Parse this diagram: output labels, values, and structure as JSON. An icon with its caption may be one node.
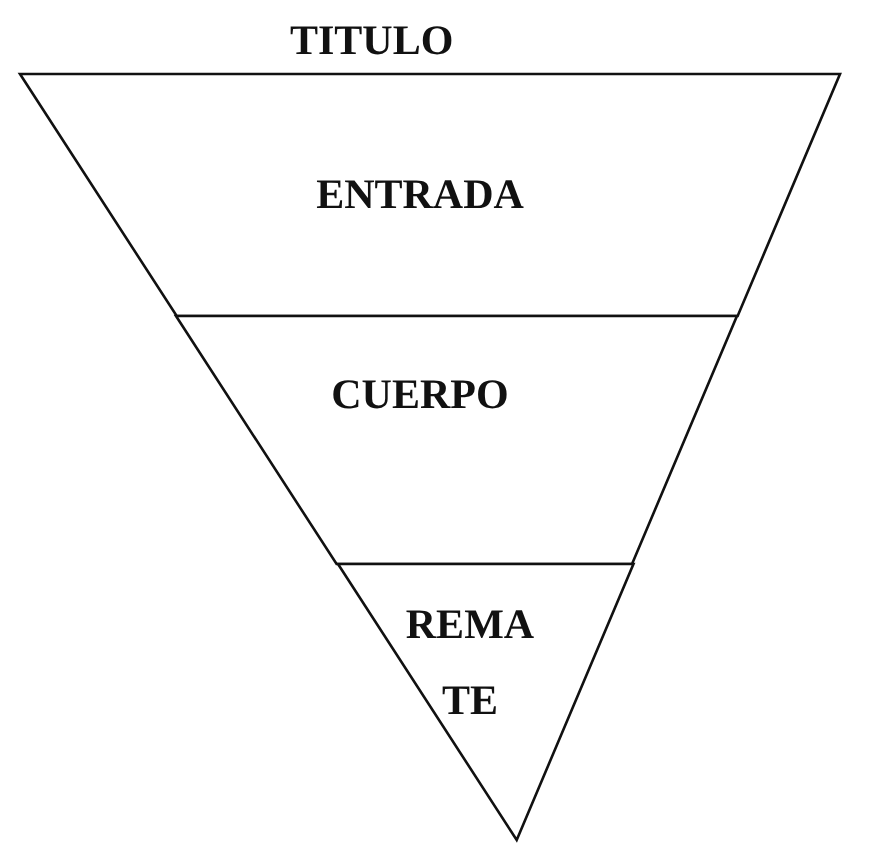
{
  "diagram": {
    "title": "TITULO",
    "nodes": [
      {
        "text": [
          "ENTRADA"
        ]
      },
      {
        "text": [
          "CUERPO"
        ]
      },
      {
        "text": [
          "REMA TE"
        ]
      }
    ]
  }
}
